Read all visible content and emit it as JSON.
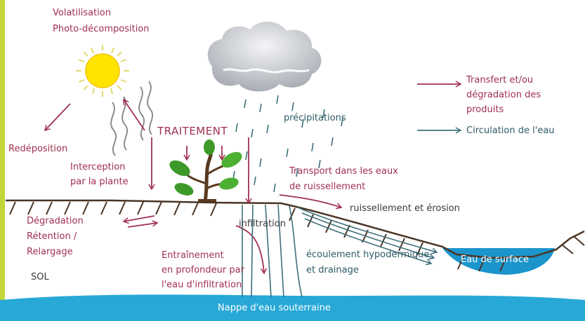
{
  "colors": {
    "accent_bar": "#c2d63a",
    "product_arrow": "#a0304f",
    "water_arrow": "#3e6f7a",
    "groundwater": "#27a8d6",
    "surface_water": "#1c95cc",
    "soil_line": "#4a3424",
    "sun": "#ffe400",
    "plant": "#3d9a2a"
  },
  "labels": {
    "volatilisation": "Volatilisation",
    "photo_decomposition": "Photo-décomposition",
    "redeposition": "Redéposition",
    "interception_line1": "Interception",
    "interception_line2": "par la plante",
    "traitement": "TRAITEMENT",
    "precipitations": "précipitations",
    "transport_line1": "Transport dans les eaux",
    "transport_line2": "de ruissellement",
    "ruissellement": "ruissellement et érosion",
    "degradation": "Dégradation",
    "retention": "Rétention /",
    "relargage": "Relargage",
    "sol": "SOL",
    "infiltration": "infiltration",
    "entrainement_line1": "Entraînement",
    "entrainement_line2": "en profondeur par",
    "entrainement_line3": "l'eau d'infiltration",
    "ecoulement_line1": "écoulement hypodermique",
    "ecoulement_line2": "et drainage",
    "eau_surface": "Eau de surface",
    "nappe": "Nappe d'eau souterraine"
  },
  "legend": {
    "transfer_line1": "Transfert et/ou",
    "transfer_line2": "dégradation des",
    "transfer_line3": "produits",
    "circulation": "Circulation de l'eau"
  },
  "icons": [
    "sun-icon",
    "cloud-icon",
    "plant-icon"
  ]
}
